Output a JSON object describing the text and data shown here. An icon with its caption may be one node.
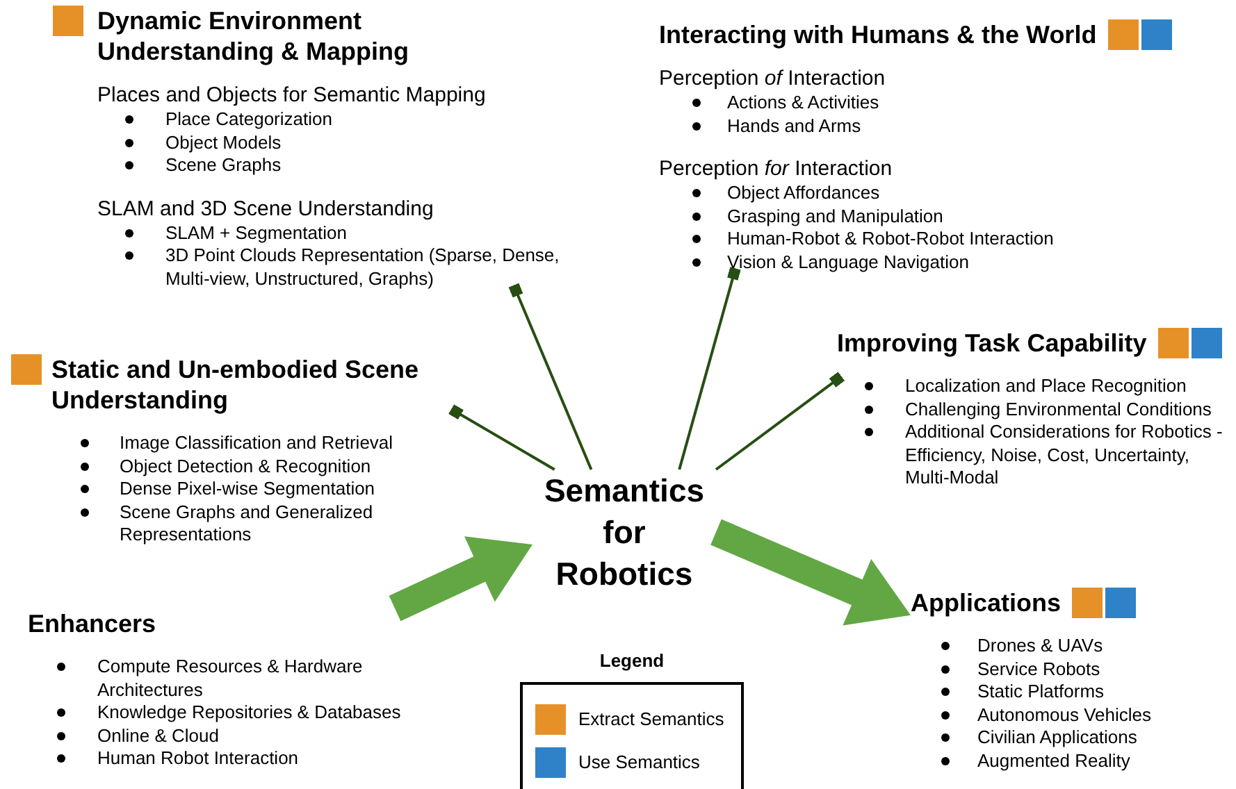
{
  "diagram": {
    "nodes": [
      {
        "text": [
          "Dynamic Environment Understanding & Mapping",
          "Places and Objects for Semantic Mapping",
          "Place Categorization",
          "Object Models",
          "Scene Graphs",
          "SLAM and 3D Scene Understanding",
          "SLAM + Segmentation",
          "3D Point Clouds Representation (Sparse, Dense, Multi-view, Unstructured, Graphs)"
        ]
      },
      {
        "text": [
          "Interacting with Humans & the World",
          "Perception *of* Interaction",
          "Actions & Activities",
          "Hands and Arms",
          "Perception *for* Interaction",
          "Object Affordances",
          "Grasping and Manipulation",
          "Human-Robot & Robot-Robot Interaction",
          "Vision & Language Navigation"
        ]
      },
      {
        "text": [
          "Static and Un-embodied Scene Understanding",
          "Image Classification and Retrieval",
          "Object Detection & Recognition",
          "Dense Pixel-wise Segmentation",
          "Scene Graphs and Generalized Representations"
        ]
      },
      {
        "text": [
          "Improving Task Capability",
          "Localization and Place Recognition",
          "Challenging Environmental Conditions",
          "Additional Considerations for Robotics - Efficiency, Noise, Cost, Uncertainty, Multi-Modal"
        ]
      },
      {
        "text": [
          "Semantics for Robotics"
        ]
      },
      {
        "text": [
          "Enhancers",
          "Compute Resources & Hardware Architectures",
          "Knowledge Repositories & Databases",
          "Online & Cloud",
          "Human Robot Interaction"
        ]
      },
      {
        "text": [
          "Applications",
          "Drones & UAVs",
          "Service Robots",
          "Static Platforms",
          "Autonomous Vehicles",
          "Civilian Applications",
          "Augmented Reality"
        ]
      }
    ],
    "edges": [
      {
        "from": 4,
        "to": 0,
        "arrow": "other"
      },
      {
        "from": 4,
        "to": 1,
        "arrow": "other"
      },
      {
        "from": 4,
        "to": 2,
        "arrow": "other"
      },
      {
        "from": 4,
        "to": 3,
        "arrow": "other"
      },
      {
        "from": 5,
        "to": 4,
        "arrow": "to",
        "style": "thick",
        "color": "#62a744"
      },
      {
        "from": 4,
        "to": 6,
        "arrow": "to",
        "style": "thick",
        "color": "#62a744"
      }
    ],
    "labels": [
      "Legend"
    ],
    "legend": [
      {
        "text": "Extract Semantics",
        "color": "#e69128"
      },
      {
        "text": "Use Semantics",
        "color": "#2f82c8"
      }
    ]
  }
}
